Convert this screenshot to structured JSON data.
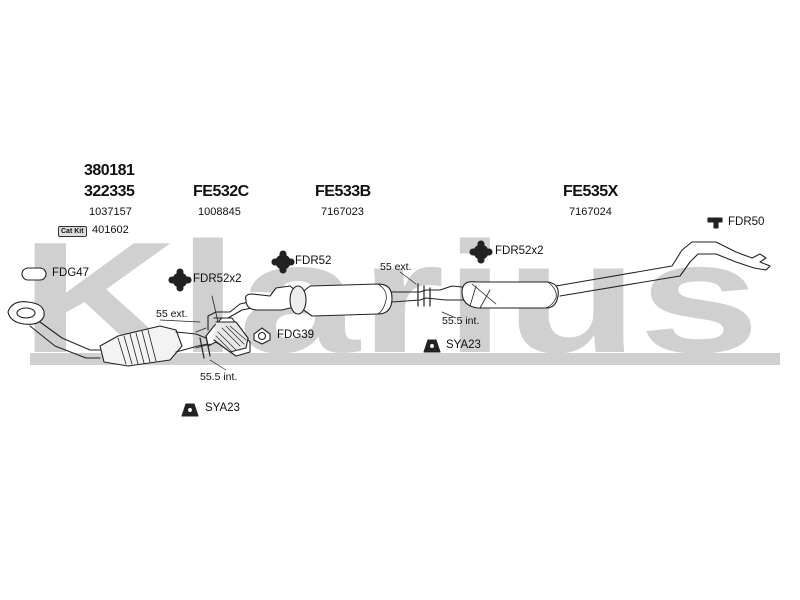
{
  "watermark": "Klarius",
  "parts": {
    "cat_main": "380181",
    "cat_alt": "322335",
    "cat_oe": "1037157",
    "catkit_badge": "Cat Kit",
    "catkit_number": "401602",
    "front_code": "FE532C",
    "front_oe": "1008845",
    "middle_code": "FE533B",
    "middle_oe": "7167023",
    "rear_code": "FE535X",
    "rear_oe": "7167024"
  },
  "fittings": {
    "fdr50": "FDR50",
    "fdg47": "FDG47",
    "fdr52x2_left": "FDR52x2",
    "fdr52": "FDR52",
    "fdr52x2_right": "FDR52x2",
    "fdg39": "FDG39",
    "sya23_mid": "SYA23",
    "sya23_low": "SYA23"
  },
  "measurements": {
    "ext_left": "55 ext.",
    "int_left": "55.5 int.",
    "ext_right": "55 ext.",
    "int_right": "55.5 int."
  },
  "colors": {
    "line": "#222222",
    "watermark": "#c8c8c8",
    "fill_light": "#f2f2f2",
    "fill_mid": "#bdbdbd"
  },
  "icons": {
    "gasket": "gasket-icon",
    "rubber_mount": "rubber-mount-icon",
    "hanger": "hanger-icon",
    "clamp": "clamp-icon"
  }
}
